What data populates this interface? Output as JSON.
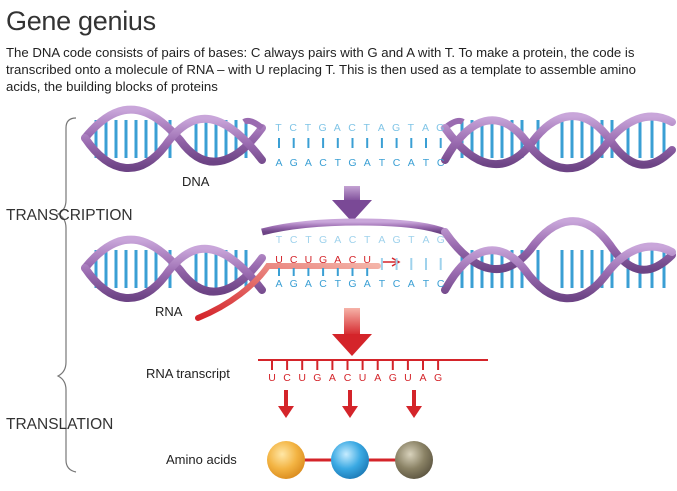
{
  "title": "Gene genius",
  "intro": "The DNA code consists of pairs of bases: C always pairs with G and A with T. To make a protein, the code is transcribed onto a molecule of RNA – with U replacing T. This is then used as a template to assemble amino acids, the building blocks of proteins",
  "labels": {
    "dna": "DNA",
    "transcription": "TRANSCRIPTION",
    "rna": "RNA",
    "rna_transcript": "RNA transcript",
    "translation": "TRANSLATION",
    "amino_acids": "Amino acids"
  },
  "sequences": {
    "top_strand": [
      "T",
      "C",
      "T",
      "G",
      "A",
      "C",
      "T",
      "A",
      "G",
      "T",
      "A",
      "G"
    ],
    "bottom_strand": [
      "A",
      "G",
      "A",
      "C",
      "T",
      "G",
      "A",
      "T",
      "C",
      "A",
      "T",
      "C"
    ],
    "rna_partial": [
      "U",
      "C",
      "U",
      "G",
      "A",
      "C",
      "U"
    ],
    "rna_transcript": [
      "U",
      "C",
      "U",
      "G",
      "A",
      "C",
      "U",
      "A",
      "G",
      "U",
      "A",
      "G"
    ]
  },
  "amino_acids": [
    {
      "name": "amino-acid-1",
      "color": "#f3a92e"
    },
    {
      "name": "amino-acid-2",
      "color": "#2b9fdc"
    },
    {
      "name": "amino-acid-3",
      "color": "#7d7458"
    }
  ],
  "colors": {
    "helix": "#9a6bb0",
    "helix_light": "#c4a3d3",
    "base_blue": "#3a9fd4",
    "rna_red": "#d4242a",
    "arrow_purple": "#8e5ca8"
  }
}
